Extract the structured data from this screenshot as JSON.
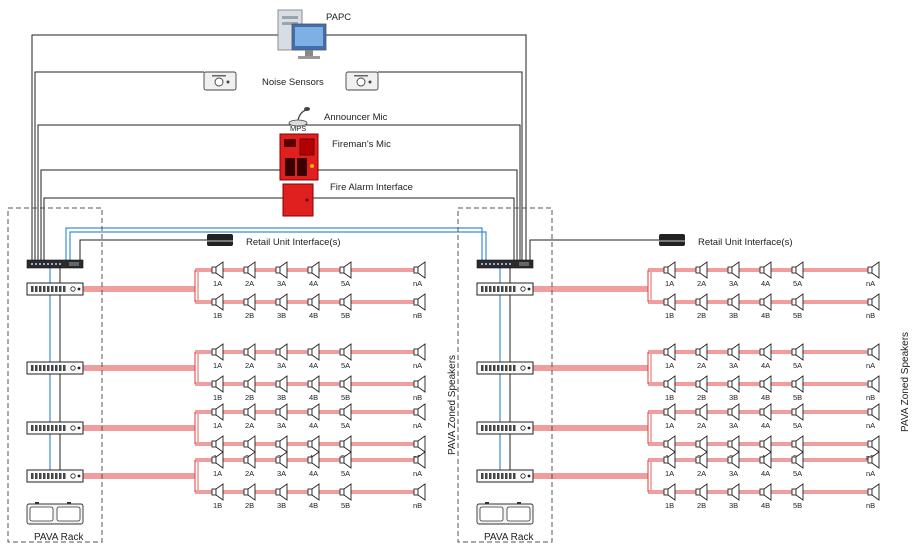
{
  "labels": {
    "papc": "PAPC",
    "noise_sensors": "Noise Sensors",
    "announcer_mic": "Announcer Mic",
    "firemans_mic": "Fireman's Mic",
    "fire_alarm_interface": "Fire Alarm Interface",
    "retail_unit_interface": "Retail Unit Interface(s)",
    "pava_rack": "PAVA Rack",
    "pava_zoned_speakers": "PAVA Zoned Speakers"
  },
  "speaker_zones": {
    "row_a": [
      "1A",
      "2A",
      "3A",
      "4A",
      "5A",
      "nA"
    ],
    "row_b": [
      "1B",
      "2B",
      "3B",
      "4B",
      "5B",
      "nB"
    ]
  },
  "groups_per_rack": 4,
  "racks": 2,
  "colors": {
    "wire_black": "#222222",
    "wire_blue": "#3a8fd6",
    "wire_red": "#e03b3b",
    "fire_red": "#e01f1f",
    "rack_border": "#555555"
  },
  "icons": [
    "computer-icon",
    "noise-sensor-icon",
    "microphone-icon",
    "fireman-mic-panel-icon",
    "fire-alarm-box-icon",
    "retail-interface-icon",
    "amplifier-icon",
    "speaker-icon",
    "battery-icon"
  ]
}
